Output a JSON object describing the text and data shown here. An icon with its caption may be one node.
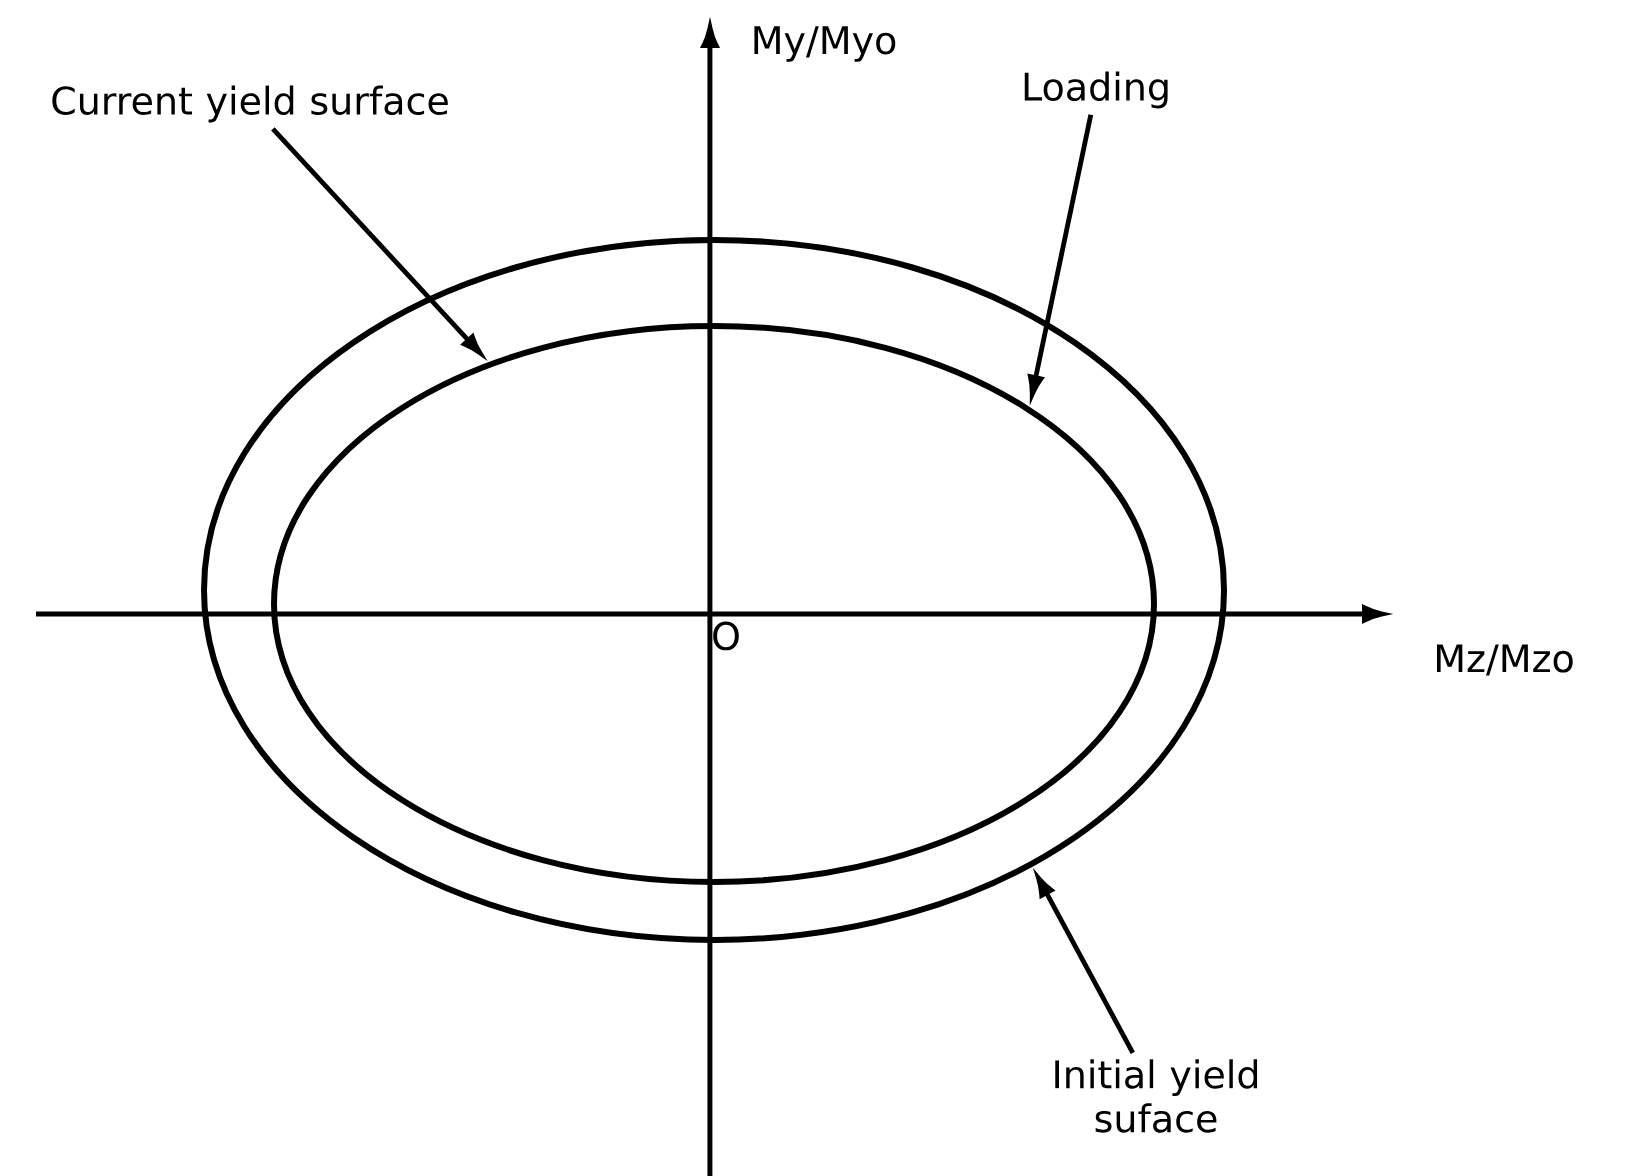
{
  "diagram": {
    "nodes": [
      {
        "text": [],
        "shape": "ellipse"
      },
      {
        "text": [],
        "shape": "ellipse",
        "in": 0
      },
      {
        "text": [
          "Current yield surface"
        ]
      },
      {
        "text": [
          "Loading"
        ]
      },
      {
        "text": [
          "Initial yield suface"
        ]
      }
    ],
    "edges": [
      {
        "from": 2,
        "to": 1,
        "arrow": "to"
      },
      {
        "from": 3,
        "to": 1,
        "arrow": "to"
      },
      {
        "from": 4,
        "to": 0,
        "arrow": "to"
      }
    ],
    "labels": [
      "My/Myo",
      "Mz/Mzo",
      "O"
    ]
  }
}
